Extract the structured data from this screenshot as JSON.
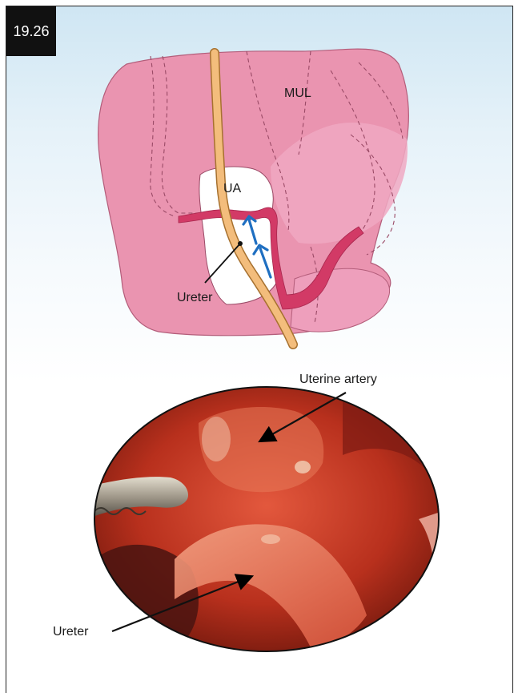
{
  "figure": {
    "number": "19.26"
  },
  "diagram": {
    "labels": {
      "mul": "MUL",
      "ua": "UA",
      "ureter": "Ureter"
    }
  },
  "photo": {
    "labels": {
      "uterine_artery": "Uterine artery",
      "ureter": "Ureter"
    }
  },
  "colors": {
    "background_top": "#cfe6f3",
    "tissue_pink": "#ea94b0",
    "tissue_dark": "#d57a99",
    "vessel": "#d23a66",
    "ureter": "#f3bd7c",
    "arrow_blue": "#1f6fc1"
  }
}
